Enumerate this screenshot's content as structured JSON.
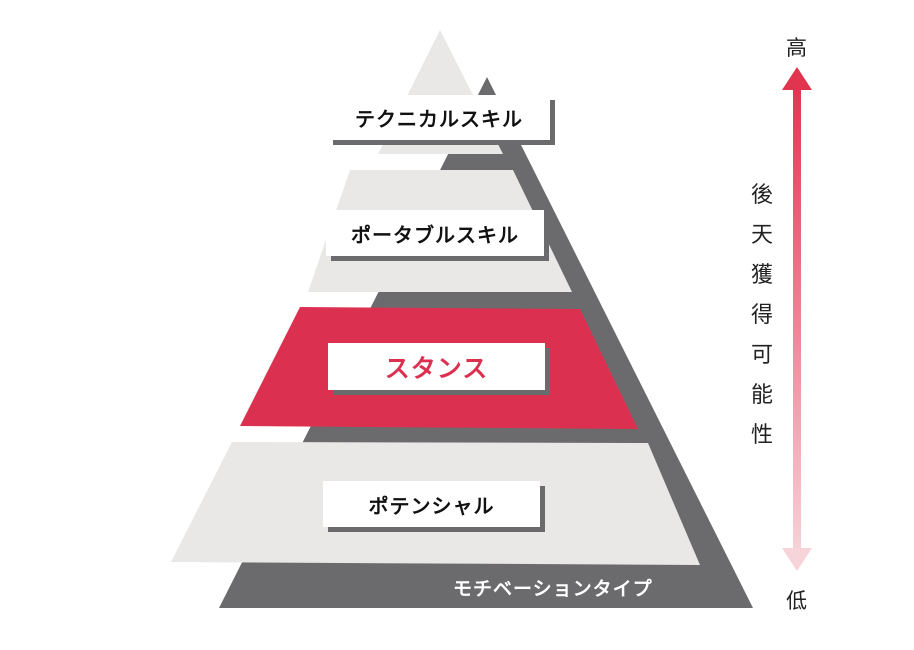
{
  "pyramid": {
    "levels": [
      {
        "label": "テクニカルスキル"
      },
      {
        "label": "ポータブルスキル"
      },
      {
        "label": "スタンス"
      },
      {
        "label": "ポテンシャル"
      }
    ],
    "base_label": "モチベーションタイプ"
  },
  "scale": {
    "high_label": "高",
    "low_label": "低",
    "axis_chars": [
      "後",
      "天",
      "獲",
      "得",
      "可",
      "能",
      "性"
    ]
  },
  "colors": {
    "accent": "#dc3050",
    "dark": "#6b6b6e",
    "light": "#e9e8e6",
    "arrow_top": "#e0344f",
    "arrow_bottom": "#f7d3da"
  }
}
